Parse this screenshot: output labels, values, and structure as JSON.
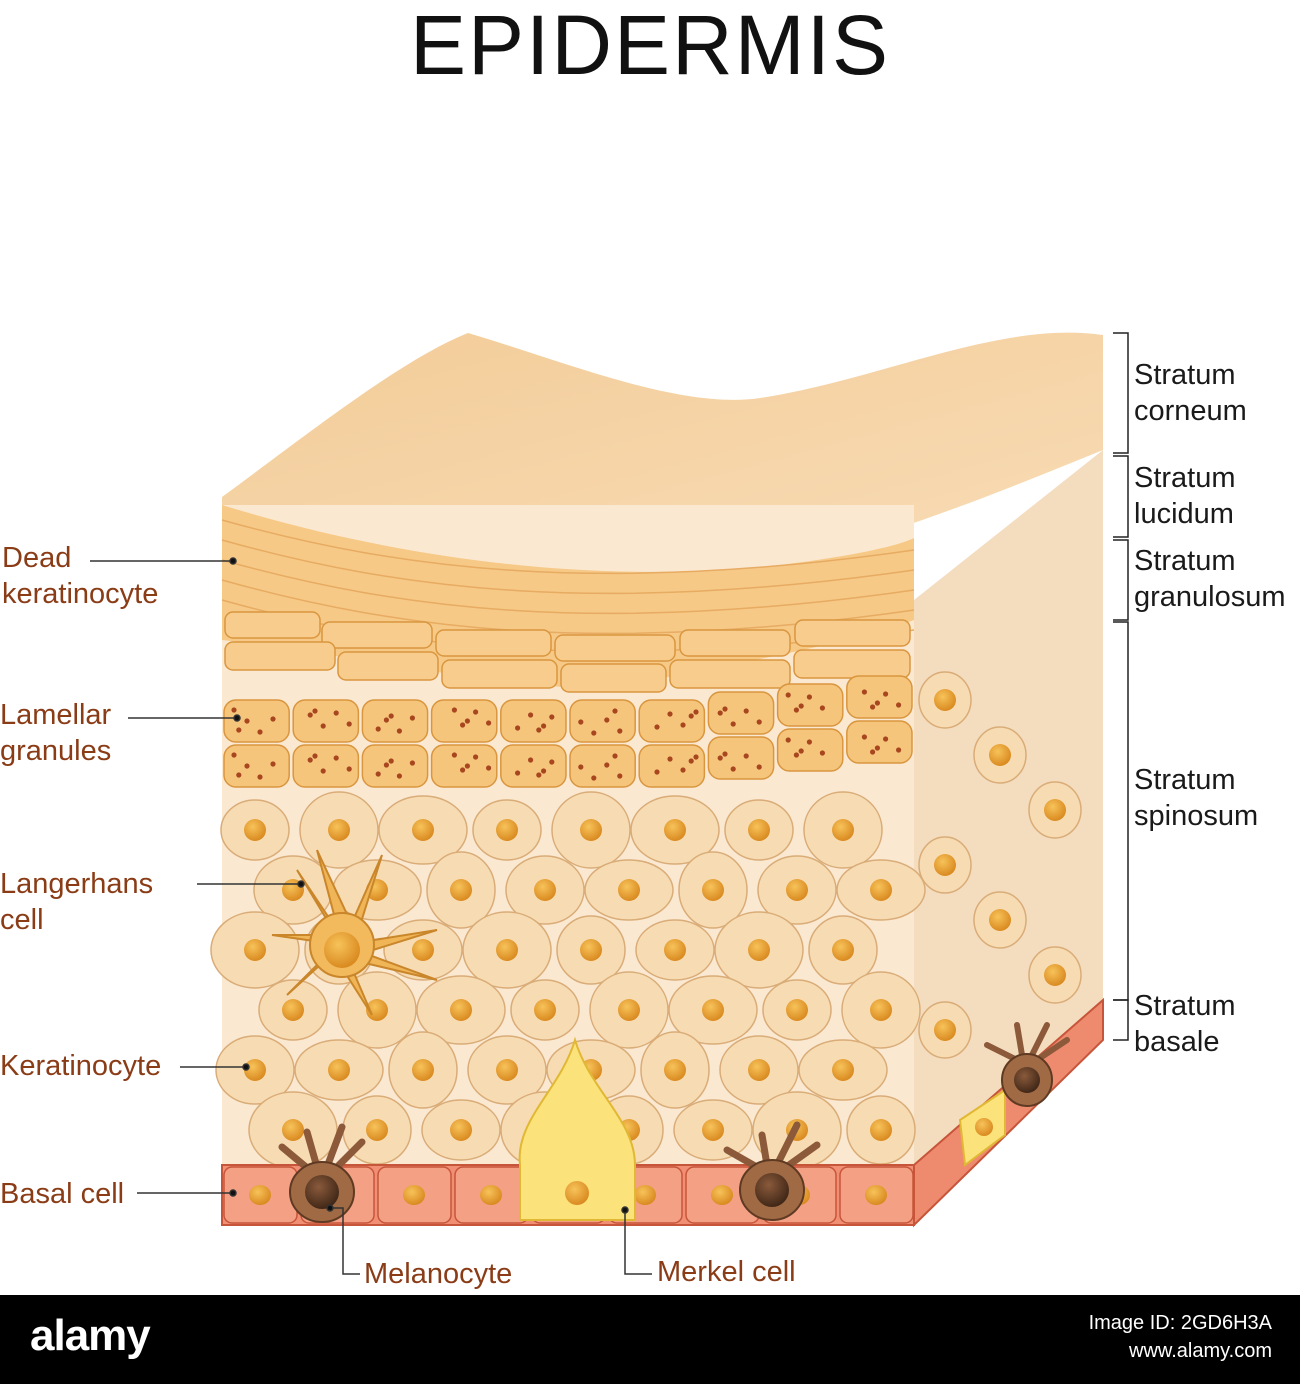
{
  "title": "EPIDERMIS",
  "left_labels": {
    "dead_keratinocyte": [
      "Dead",
      "keratinocyte"
    ],
    "lamellar_granules": [
      "Lamellar",
      "granules"
    ],
    "langerhans_cell": [
      "Langerhans",
      "cell"
    ],
    "keratinocyte": "Keratinocyte",
    "basal_cell": "Basal cell"
  },
  "bottom_labels": {
    "melanocyte": "Melanocyte",
    "merkel_cell": "Merkel cell"
  },
  "layers": {
    "corneum": [
      "Stratum",
      "corneum"
    ],
    "lucidum": [
      "Stratum",
      "lucidum"
    ],
    "granulosum": [
      "Stratum",
      "granulosum"
    ],
    "spinosum": [
      "Stratum",
      "spinosum"
    ],
    "basale": [
      "Stratum",
      "basale"
    ]
  },
  "footer": {
    "logo": "alamy",
    "image_id": "Image ID: 2GD6H3A",
    "url": "www.alamy.com"
  },
  "colors": {
    "label_brown": "#8a3c17",
    "cell_fill": "#f6dcb2",
    "nucleus": "#e39a26",
    "basal_red": "#ef8c72",
    "merkel_yellow": "#fbe27a",
    "footer_black": "#000000"
  }
}
